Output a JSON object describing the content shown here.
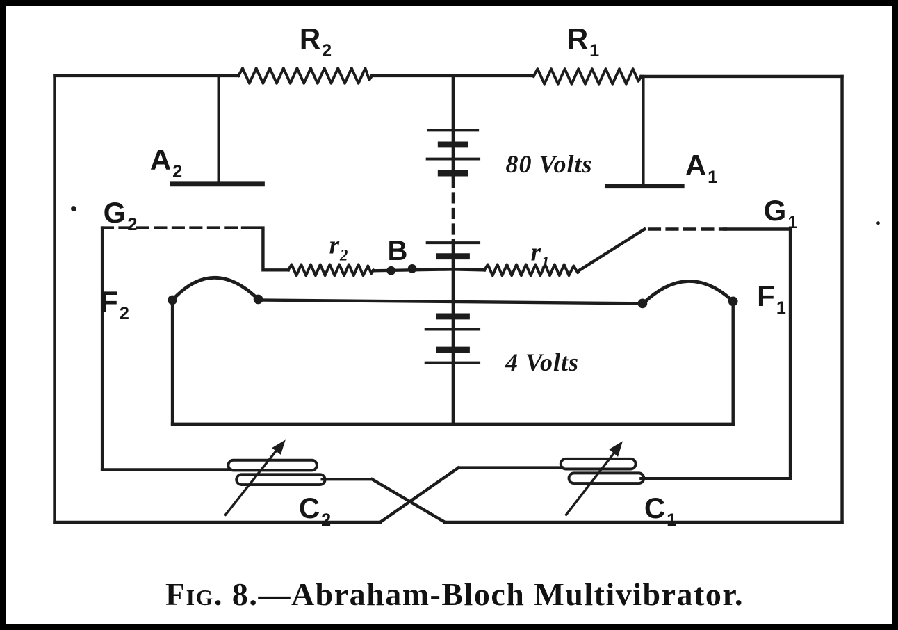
{
  "figure": {
    "caption": {
      "fig_label": "Fig. 8.",
      "separator": "—",
      "title": "Abraham-Bloch Multivibrator."
    }
  },
  "colors": {
    "ink": "#1c1c1c",
    "paper": "#ffffff"
  },
  "labels": {
    "R2": {
      "main": "R",
      "sub": "2"
    },
    "R1": {
      "main": "R",
      "sub": "1"
    },
    "A2": {
      "main": "A",
      "sub": "2"
    },
    "A1": {
      "main": "A",
      "sub": "1"
    },
    "G2": {
      "main": "G",
      "sub": "2"
    },
    "G1": {
      "main": "G",
      "sub": "1"
    },
    "F2": {
      "main": "F",
      "sub": "2"
    },
    "F1": {
      "main": "F",
      "sub": "1"
    },
    "r2": {
      "main": "r",
      "sub": "2"
    },
    "r1": {
      "main": "r",
      "sub": "1"
    },
    "C2": {
      "main": "C",
      "sub": "2"
    },
    "C1": {
      "main": "C",
      "sub": "1"
    },
    "B": {
      "main": "B",
      "sub": ""
    }
  },
  "batteries": {
    "plate_battery_label": "80 Volts",
    "filament_battery_label": "4 Volts"
  }
}
